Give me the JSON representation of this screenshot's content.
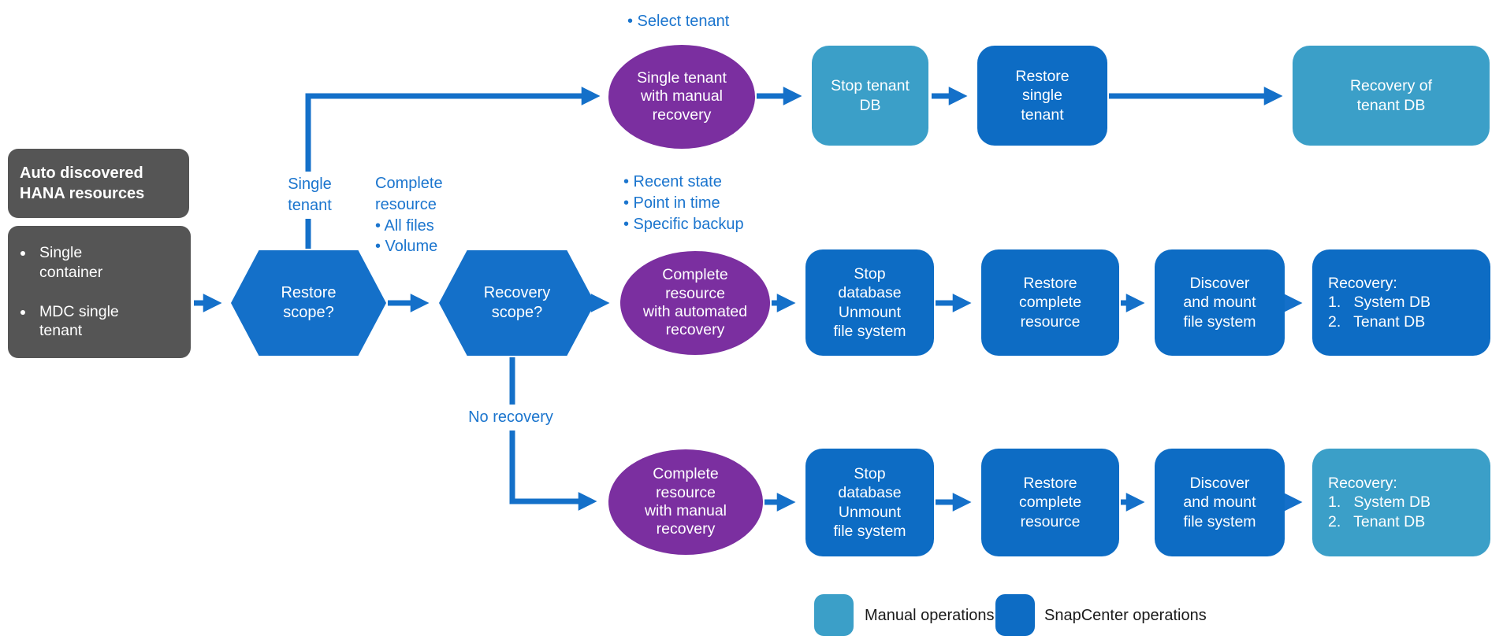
{
  "palette": {
    "manual": "#3B9FC8",
    "snapcenter": "#0D6CC4",
    "purple": "#7B2FA0",
    "gray": "#555555",
    "arrow": "#1470C9",
    "label_blue": "#1B75CE",
    "legend_text": "#1A1A1A"
  },
  "left_panel": {
    "title": "Auto discovered\nHANA resources",
    "resources": [
      "Single container",
      "MDC single tenant"
    ]
  },
  "decisions": {
    "restore_scope": "Restore\nscope?",
    "recovery_scope": "Recovery\nscope?"
  },
  "labels": {
    "select_tenant": "• Select tenant",
    "single_tenant": "Single\ntenant",
    "complete_resource": "Complete\nresource\n• All files\n• Volume",
    "recovery_options": "• Recent state\n• Point in time\n• Specific backup",
    "no_recovery": "No recovery"
  },
  "rows": {
    "top": {
      "ellipse_label": "Single tenant\nwith manual\nrecovery",
      "steps": [
        {
          "label": "Stop tenant\nDB",
          "type": "manual"
        },
        {
          "label": "Restore\nsingle\ntenant",
          "type": "snapcenter"
        },
        {
          "label": "Recovery of\ntenant DB",
          "type": "manual"
        }
      ]
    },
    "middle": {
      "ellipse_label": "Complete\nresource\nwith automated\nrecovery",
      "steps": [
        {
          "label": "Stop\ndatabase\nUnmount\nfile system",
          "type": "snapcenter"
        },
        {
          "label": "Restore\ncomplete\nresource",
          "type": "snapcenter"
        },
        {
          "label": "Discover\nand mount\nfile system",
          "type": "snapcenter"
        },
        {
          "label": "Recovery:\n1.   System DB\n2.   Tenant DB",
          "type": "snapcenter"
        }
      ]
    },
    "bottom": {
      "ellipse_label": "Complete\nresource\nwith manual\nrecovery",
      "steps": [
        {
          "label": "Stop\ndatabase\nUnmount\nfile system",
          "type": "snapcenter"
        },
        {
          "label": "Restore\ncomplete\nresource",
          "type": "snapcenter"
        },
        {
          "label": "Discover\nand mount\nfile system",
          "type": "snapcenter"
        },
        {
          "label": "Recovery:\n1.   System DB\n2.   Tenant DB",
          "type": "manual"
        }
      ]
    }
  },
  "legend": {
    "items": [
      {
        "label": "Manual operations",
        "type": "manual"
      },
      {
        "label": "SnapCenter operations",
        "type": "snapcenter"
      }
    ]
  }
}
